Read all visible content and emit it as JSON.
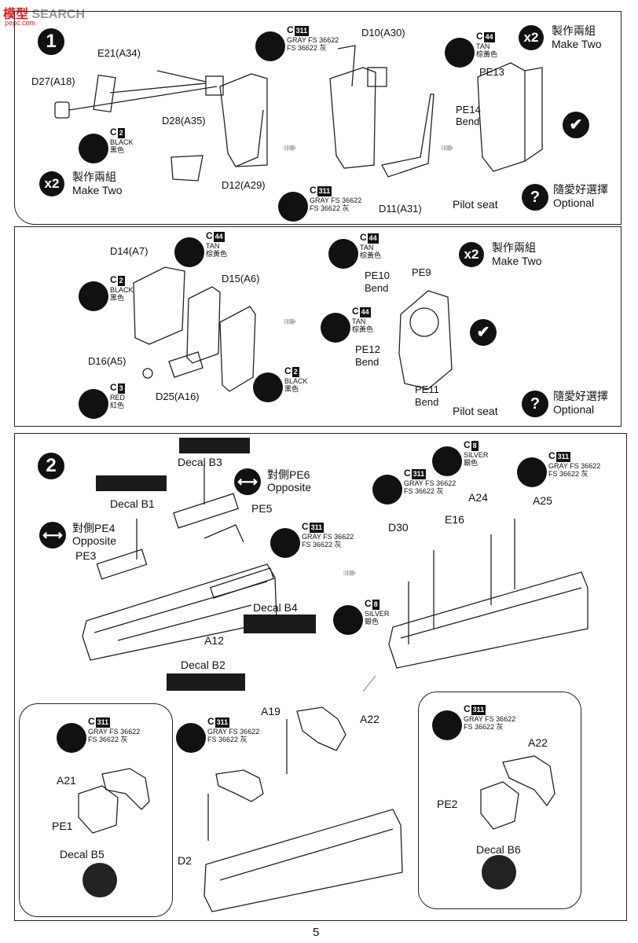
{
  "watermark": {
    "brand": "模型",
    "search": "SEARCH",
    "site": "pepc.com"
  },
  "paints": {
    "c2": {
      "code": "C",
      "num": "2",
      "en": "BLACK",
      "zh": "黑色"
    },
    "c3": {
      "code": "C",
      "num": "3",
      "en": "RED",
      "zh": "紅色"
    },
    "c8": {
      "code": "C",
      "num": "8",
      "en": "SILVER",
      "zh": "銀色"
    },
    "c44": {
      "code": "C",
      "num": "44",
      "en": "TAN",
      "zh": "棕黃色"
    },
    "c311": {
      "code": "C",
      "num": "311",
      "en": "GRAY FS 36622",
      "zh": "FS 36622 灰"
    }
  },
  "common": {
    "make_two_zh": "製作兩組",
    "make_two_en": "Make Two",
    "x2": "x2",
    "optional_zh": "隨愛好選擇",
    "optional_en": "Optional",
    "pilot_seat": "Pilot seat",
    "opposite_zh_pe6": "對側PE6",
    "opposite_zh_pe4": "對側PE4",
    "opposite_en": "Opposite",
    "bend": "Bend",
    "check": "✔",
    "question": "?"
  },
  "step1": {
    "number": "1",
    "labels": {
      "e21": "E21(A34)",
      "d27": "D27(A18)",
      "d28": "D28(A35)",
      "d12": "D12(A29)",
      "d10": "D10(A30)",
      "d11": "D11(A31)",
      "pe13": "PE13",
      "pe14": "PE14",
      "d14": "D14(A7)",
      "d15": "D15(A6)",
      "d16": "D16(A5)",
      "d25": "D25(A16)",
      "pe10": "PE10",
      "pe9": "PE9",
      "pe12": "PE12",
      "pe11": "PE11"
    }
  },
  "step2": {
    "number": "2",
    "labels": {
      "decal_b3": "Decal B3",
      "decal_b1": "Decal B1",
      "decal_b4": "Decal B4",
      "decal_b2": "Decal B2",
      "pe5": "PE5",
      "pe3": "PE3",
      "a12": "A12",
      "d30": "D30",
      "e16": "E16",
      "a24": "A24",
      "a25": "A25",
      "a19": "A19",
      "a22": "A22",
      "a21": "A21",
      "pe1": "PE1",
      "decal_b5": "Decal B5",
      "d2": "D2",
      "pe2": "PE2",
      "decal_b6": "Decal B6"
    }
  },
  "page_number": "5"
}
